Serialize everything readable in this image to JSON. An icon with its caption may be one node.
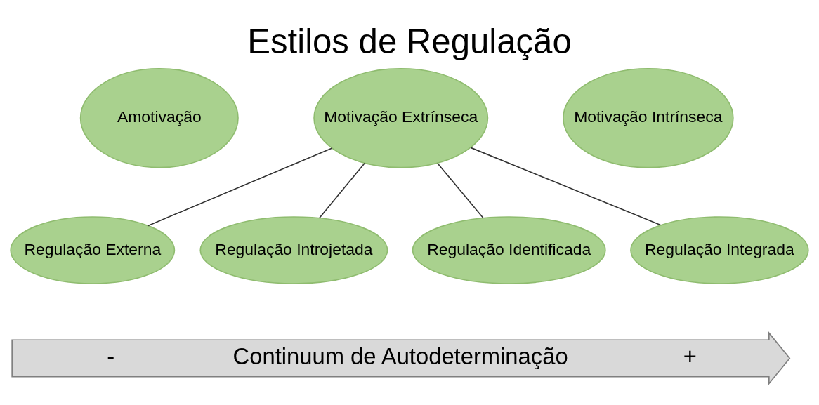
{
  "diagram": {
    "title": "Estilos de Regulação",
    "nodes": [
      {
        "text": [
          "Amotivação"
        ]
      },
      {
        "text": [
          "Motivação Extrínseca"
        ]
      },
      {
        "text": [
          "Motivação Intrínseca"
        ]
      },
      {
        "text": [
          "Regulação Externa"
        ]
      },
      {
        "text": [
          "Regulação Introjetada"
        ]
      },
      {
        "text": [
          "Regulação Identificada"
        ]
      },
      {
        "text": [
          "Regulação Integrada"
        ]
      },
      {
        "text": [
          "-",
          "Continuum de Autodeterminação",
          "+"
        ]
      }
    ],
    "edges": [
      {
        "from": 1,
        "to": 3,
        "arrow": "none"
      },
      {
        "from": 1,
        "to": 4,
        "arrow": "none"
      },
      {
        "from": 1,
        "to": 5,
        "arrow": "none"
      },
      {
        "from": 1,
        "to": 6,
        "arrow": "none"
      }
    ]
  }
}
